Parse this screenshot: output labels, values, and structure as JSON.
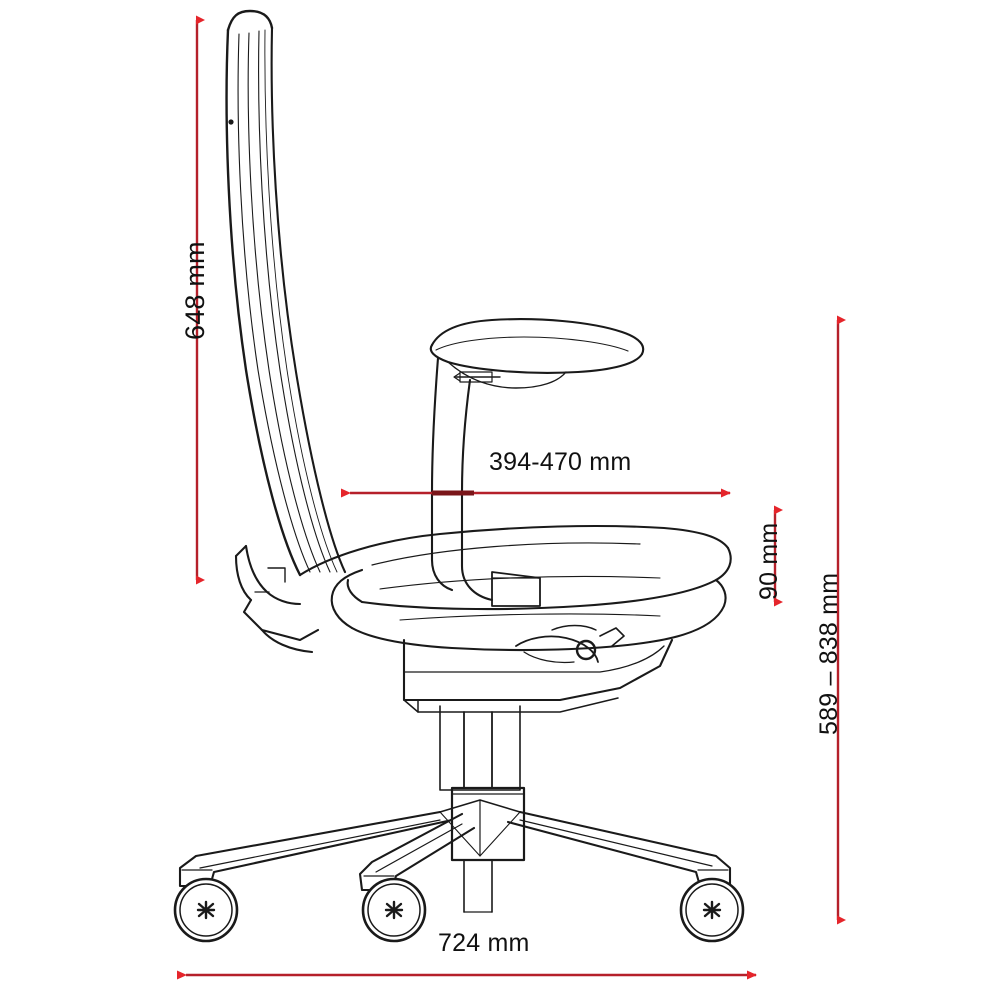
{
  "drawing": {
    "title": "Office chair side-view dimension drawing",
    "subject": "high-back mesh office chair",
    "view": "side elevation / right profile",
    "line_color": "#1a1a1a",
    "dimension_line_color": "#b5202a",
    "dimension_arrow_color": "#e5252b",
    "background_color": "#ffffff",
    "units": "mm"
  },
  "dimensions": {
    "backrest_height": {
      "label": "648 mm",
      "value": 648,
      "unit": "mm",
      "orientation": "vertical",
      "position": "left",
      "describes": "backrest height"
    },
    "seat_depth": {
      "label": "394-470 mm",
      "min": 394,
      "max": 470,
      "unit": "mm",
      "orientation": "horizontal",
      "position": "middle",
      "describes": "seat depth adjustment range"
    },
    "seat_slide": {
      "label": "90 mm",
      "value": 90,
      "unit": "mm",
      "orientation": "vertical",
      "position": "right-inner",
      "describes": "seat height travel"
    },
    "overall_height": {
      "label": "589 – 838 mm",
      "min": 589,
      "max": 838,
      "unit": "mm",
      "orientation": "vertical",
      "position": "right-outer",
      "describes": "overall chair height range"
    },
    "base_width": {
      "label": "724 mm",
      "value": 724,
      "unit": "mm",
      "orientation": "horizontal",
      "position": "bottom",
      "describes": "five-star base diameter"
    }
  },
  "parts": [
    {
      "name": "backrest",
      "label": "backrest frame"
    },
    {
      "name": "armrest",
      "label": "armrest pad"
    },
    {
      "name": "armrest-post",
      "label": "armrest support post"
    },
    {
      "name": "seat",
      "label": "seat cushion"
    },
    {
      "name": "seat-mechanism",
      "label": "tilt mechanism housing"
    },
    {
      "name": "adjustment-lever",
      "label": "height adjustment lever"
    },
    {
      "name": "gas-cylinder",
      "label": "gas lift cylinder"
    },
    {
      "name": "base",
      "label": "five-star base"
    },
    {
      "name": "caster-left",
      "label": "caster wheel left"
    },
    {
      "name": "caster-center",
      "label": "caster wheel center"
    },
    {
      "name": "caster-right",
      "label": "caster wheel right"
    }
  ]
}
